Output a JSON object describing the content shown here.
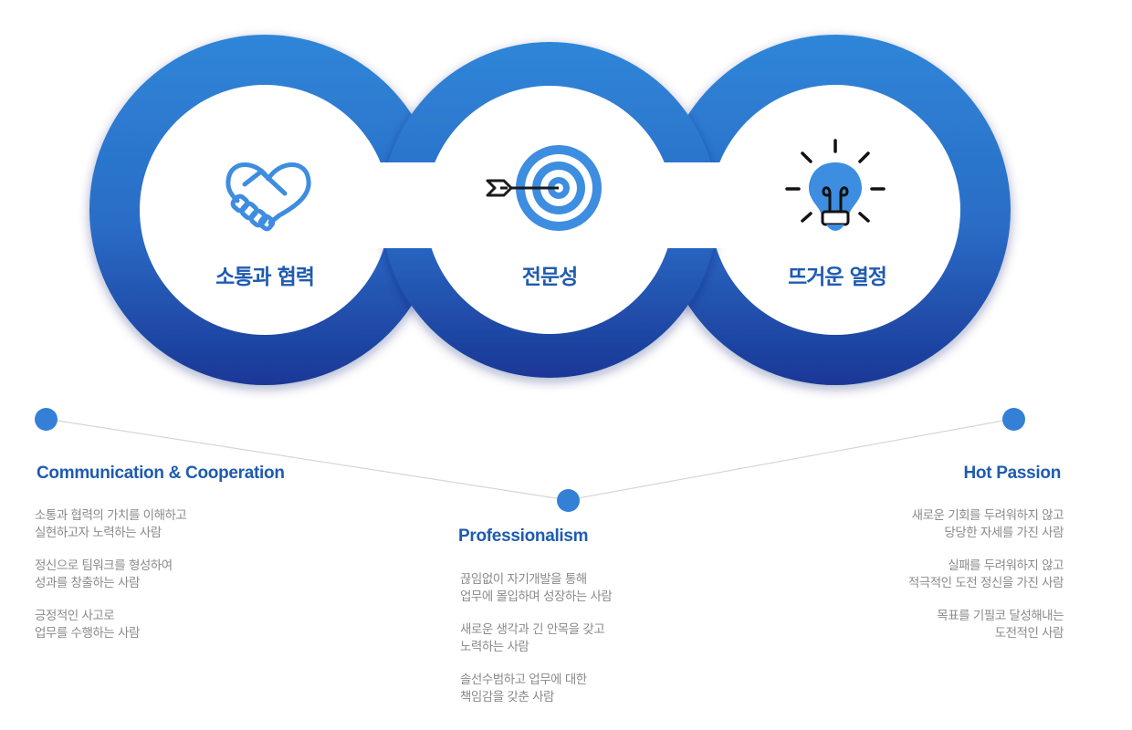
{
  "circles": [
    {
      "title": "소통과 협력",
      "icon": "handshake-heart-icon"
    },
    {
      "title": "전문성",
      "icon": "target-arrow-icon"
    },
    {
      "title": "뜨거운 열정",
      "icon": "lightbulb-icon"
    }
  ],
  "sections": {
    "communication": {
      "title": "Communication & Cooperation",
      "items": [
        [
          "소통과 협력의 가치를 이해하고",
          "실현하고자 노력하는 사람"
        ],
        [
          "정신으로 팀워크를 형성하여",
          "성과를 창출하는 사람"
        ],
        [
          "긍정적인 사고로",
          "업무를 수행하는 사람"
        ]
      ]
    },
    "professionalism": {
      "title": "Professionalism",
      "items": [
        [
          "끊임없이 자기개발을 통해",
          "업무에 몰입하며 성장하는 사람"
        ],
        [
          "새로운 생각과 긴 안목을 갖고",
          "노력하는 사람"
        ],
        [
          "솔선수범하고 업무에 대한",
          "책임감을 갖춘 사람"
        ]
      ]
    },
    "passion": {
      "title": "Hot Passion",
      "items": [
        [
          "새로운 기회를 두려워하지 않고",
          "당당한 자세를 가진 사람"
        ],
        [
          "실패를 두려워하지 않고",
          "적극적인 도전 정신을 가진 사람"
        ],
        [
          "목표를 기필코 달성해내는",
          "도전적인 사람"
        ]
      ]
    }
  },
  "colors": {
    "ring_light": "#2e7fd3",
    "ring_dark": "#1a3a96",
    "accent": "#1f5bb0",
    "icon_blue": "#3d8de0",
    "dot": "#3480d6",
    "text_gray": "#8a8a8a"
  }
}
